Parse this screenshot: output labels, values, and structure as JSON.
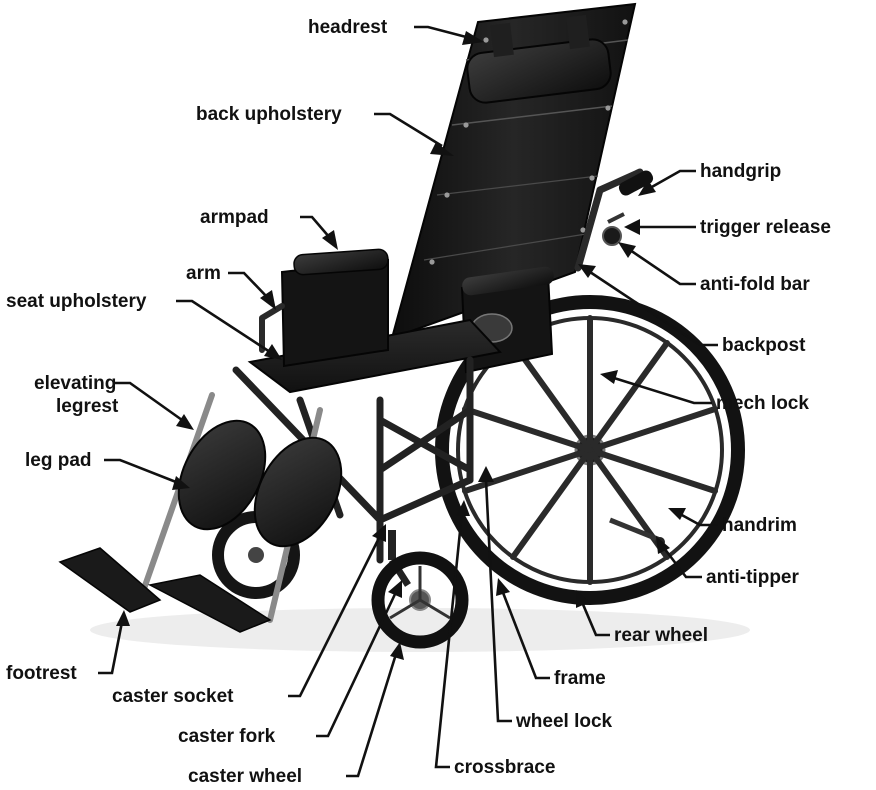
{
  "colors": {
    "background": "#ffffff",
    "text": "#111111",
    "chair_dark": "#141414",
    "chair_mid": "#3a3a3a",
    "metal": "#8a8a8a"
  },
  "labels": {
    "headrest": "headrest",
    "back_upholstery": "back upholstery",
    "handgrip": "handgrip",
    "trigger_release": "trigger release",
    "armpad": "armpad",
    "anti_fold_bar": "anti-fold bar",
    "arm": "arm",
    "seat_upholstery": "seat upholstery",
    "backpost": "backpost",
    "elevating_legrest_line1": "elevating",
    "elevating_legrest_line2": "legrest",
    "mech_lock": "mech lock",
    "leg_pad": "leg pad",
    "handrim": "handrim",
    "anti_tipper": "anti-tipper",
    "rear_wheel": "rear wheel",
    "frame": "frame",
    "footrest": "footrest",
    "caster_socket": "caster socket",
    "wheel_lock": "wheel lock",
    "caster_fork": "caster fork",
    "caster_wheel": "caster wheel",
    "crossbrace": "crossbrace"
  }
}
